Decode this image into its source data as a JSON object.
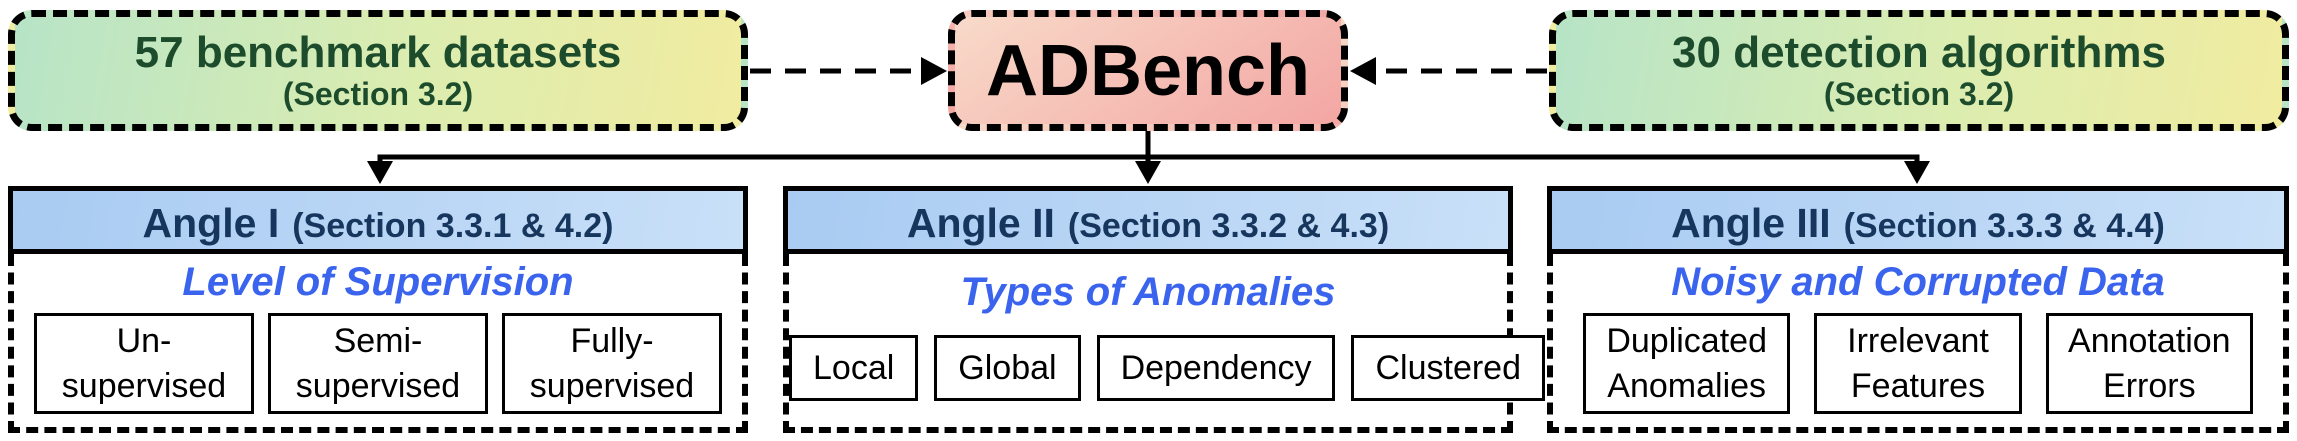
{
  "figure": {
    "top_row": {
      "datasets_box": {
        "title": "57 benchmark datasets",
        "subtitle": "(Section 3.2)"
      },
      "adbench_box": {
        "title": "ADBench"
      },
      "algorithms_box": {
        "title": "30 detection algorithms",
        "subtitle": "(Section 3.2)"
      }
    },
    "panels": [
      {
        "header_title": "Angle I",
        "header_section": "(Section 3.3.1 & 4.2)",
        "subtitle": "Level of Supervision",
        "items": [
          {
            "lines": [
              "Un-",
              "supervised"
            ]
          },
          {
            "lines": [
              "Semi-",
              "supervised"
            ]
          },
          {
            "lines": [
              "Fully-",
              "supervised"
            ]
          }
        ]
      },
      {
        "header_title": "Angle II",
        "header_section": "(Section 3.3.2 & 4.3)",
        "subtitle": "Types of Anomalies",
        "items": [
          {
            "lines": [
              "Local"
            ]
          },
          {
            "lines": [
              "Global"
            ]
          },
          {
            "lines": [
              "Dependency"
            ]
          },
          {
            "lines": [
              "Clustered"
            ]
          }
        ]
      },
      {
        "header_title": "Angle III",
        "header_section": "(Section 3.3.3 & 4.4)",
        "subtitle": "Noisy and Corrupted Data",
        "items": [
          {
            "lines": [
              "Duplicated",
              "Anomalies"
            ]
          },
          {
            "lines": [
              "Irrelevant",
              "Features"
            ]
          },
          {
            "lines": [
              "Annotation",
              "Errors"
            ]
          }
        ]
      }
    ]
  },
  "colors": {
    "dataset_gradient_start": "#b7e4c7",
    "dataset_gradient_mid": "#dcedb0",
    "dataset_gradient_end": "#f1eca0",
    "dataset_text": "#1c4c2c",
    "adbench_gradient_start": "#f8dac9",
    "adbench_gradient_end": "#f3a6a3",
    "header_gradient_start": "#a9cbf2",
    "header_gradient_end": "#c9e0f8",
    "header_text": "#17365d",
    "subtitle_blue": "#3a63ee",
    "line_black": "#000000",
    "box_bg": "#ffffff"
  }
}
